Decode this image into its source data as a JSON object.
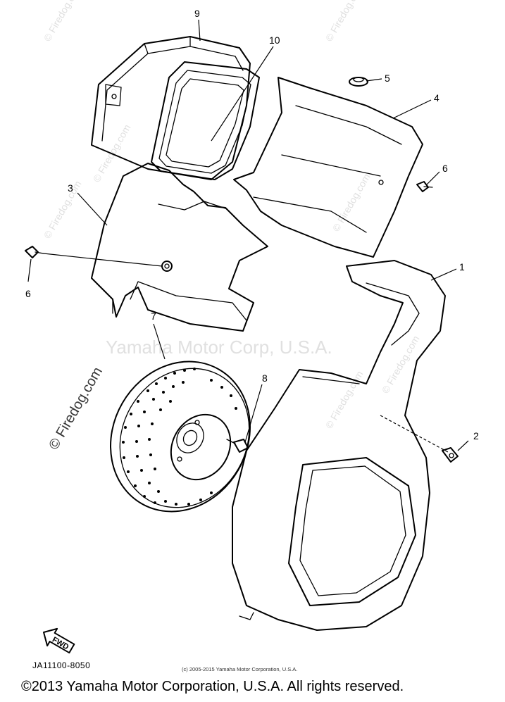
{
  "callouts": {
    "c1": "1",
    "c2": "2",
    "c3": "3",
    "c4": "4",
    "c5": "5",
    "c6a": "6",
    "c6b": "6",
    "c7": "7",
    "c8": "8",
    "c9": "9",
    "c10": "10"
  },
  "fwd_label": "FWD",
  "watermarks": {
    "center": "Yamaha Motor Corp, U.S.A.",
    "side": "© Firedog.com",
    "small": "© Firedog.com"
  },
  "figure_code": "JA11100-8050",
  "small_copyright": "(c) 2005-2015 Yamaha Motor Corporation, U.S.A.",
  "main_copyright": "©2013 Yamaha Motor Corporation, U.S.A. All rights reserved."
}
